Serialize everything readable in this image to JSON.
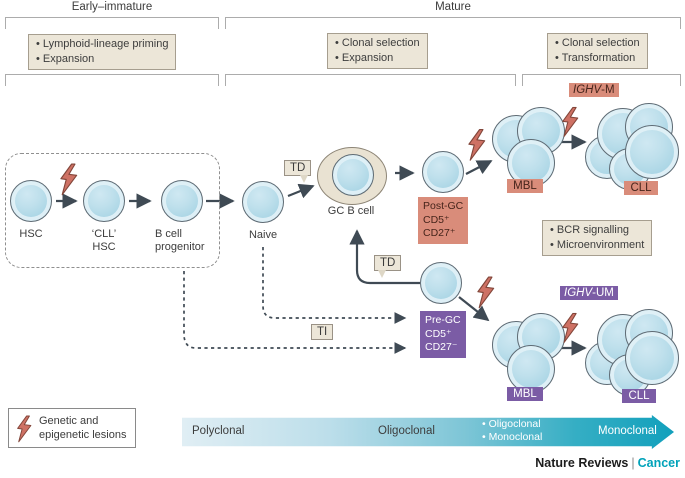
{
  "palette": {
    "salmon": "#d98c7a",
    "purple": "#7b5ca5",
    "beige": "#ece6d8",
    "bolt_red": "#ce7164",
    "cell_blue": "#aed6e6",
    "axis_teal": "#12a0bc",
    "credit_teal": "#00a2b9"
  },
  "header": {
    "early_title": "Early–immature",
    "mature_title": "Mature",
    "box_early": [
      "• Lymphoid-lineage priming",
      "• Expansion"
    ],
    "box_mid": [
      "• Clonal selection",
      "• Expansion"
    ],
    "box_right": [
      "• Clonal selection",
      "• Transformation"
    ]
  },
  "cells": {
    "hsc": "HSC",
    "cll_hsc": [
      "‘CLL’",
      "HSC"
    ],
    "b_progenitor": [
      "B cell",
      "progenitor"
    ],
    "naive": "Naive",
    "gc_b_cell": "GC B cell"
  },
  "signals": {
    "td_naive": "TD",
    "td_pre_gc": "TD",
    "ti": "TI"
  },
  "top_path": {
    "post_gc": [
      "Post-GC",
      "CD5⁺",
      "CD27⁺"
    ],
    "mbl": "MBL",
    "cll": "CLL",
    "ighv": {
      "gene": "IGHV",
      "suffix": "-M"
    }
  },
  "bottom_path": {
    "pre_gc": [
      "Pre-GC",
      "CD5⁺",
      "CD27⁻"
    ],
    "mbl": "MBL",
    "cll": "CLL",
    "ighv": {
      "gene": "IGHV",
      "suffix": "-UM"
    }
  },
  "annotations": {
    "bcr_box": [
      "• BCR signalling",
      "• Microenvironment"
    ],
    "legend": [
      "Genetic and",
      "epigenetic lesions"
    ]
  },
  "clonality_axis": {
    "polyclonal": "Polyclonal",
    "oligoclonal": "Oligoclonal",
    "oligo_mono": [
      "• Oligoclonal",
      "• Monoclonal"
    ],
    "monoclonal": "Monoclonal"
  },
  "credit": {
    "brand": "Nature Reviews",
    "divider": "|",
    "journal": "Cancer"
  }
}
